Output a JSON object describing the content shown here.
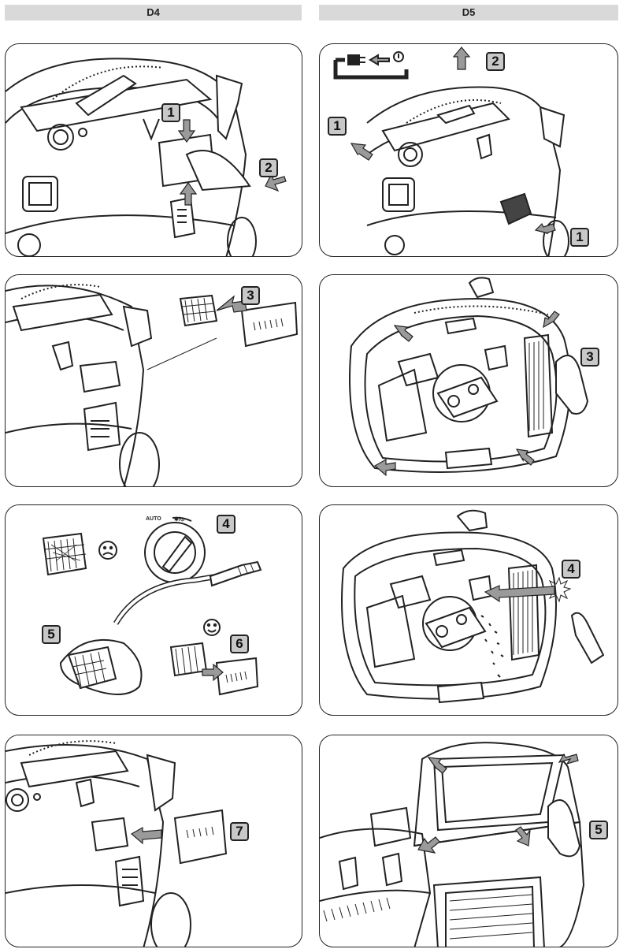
{
  "headers": {
    "left": "D4",
    "right": "D5"
  },
  "panels": {
    "d4_1": {
      "steps": [
        "1",
        "2"
      ]
    },
    "d4_2": {
      "steps": [
        "3"
      ]
    },
    "d4_3": {
      "steps": [
        "4",
        "5",
        "6"
      ],
      "knob": {
        "auto": "AUTO",
        "mode": "✱/⊙"
      }
    },
    "d4_4": {
      "steps": [
        "7"
      ]
    },
    "d5_1": {
      "steps": [
        "2",
        "1",
        "1"
      ]
    },
    "d5_2": {
      "steps": [
        "3"
      ]
    },
    "d5_3": {
      "steps": [
        "4"
      ]
    },
    "d5_4": {
      "steps": [
        "5"
      ]
    }
  },
  "colors": {
    "step_fill": "#c8c8c8",
    "arrow_fill": "#9a9a9a",
    "header_fill": "#d9d9d9",
    "line": "#222222"
  },
  "icons": [
    "sad-face-icon",
    "smile-face-icon",
    "unplug-icon",
    "hand-icon",
    "arrow-icon"
  ]
}
